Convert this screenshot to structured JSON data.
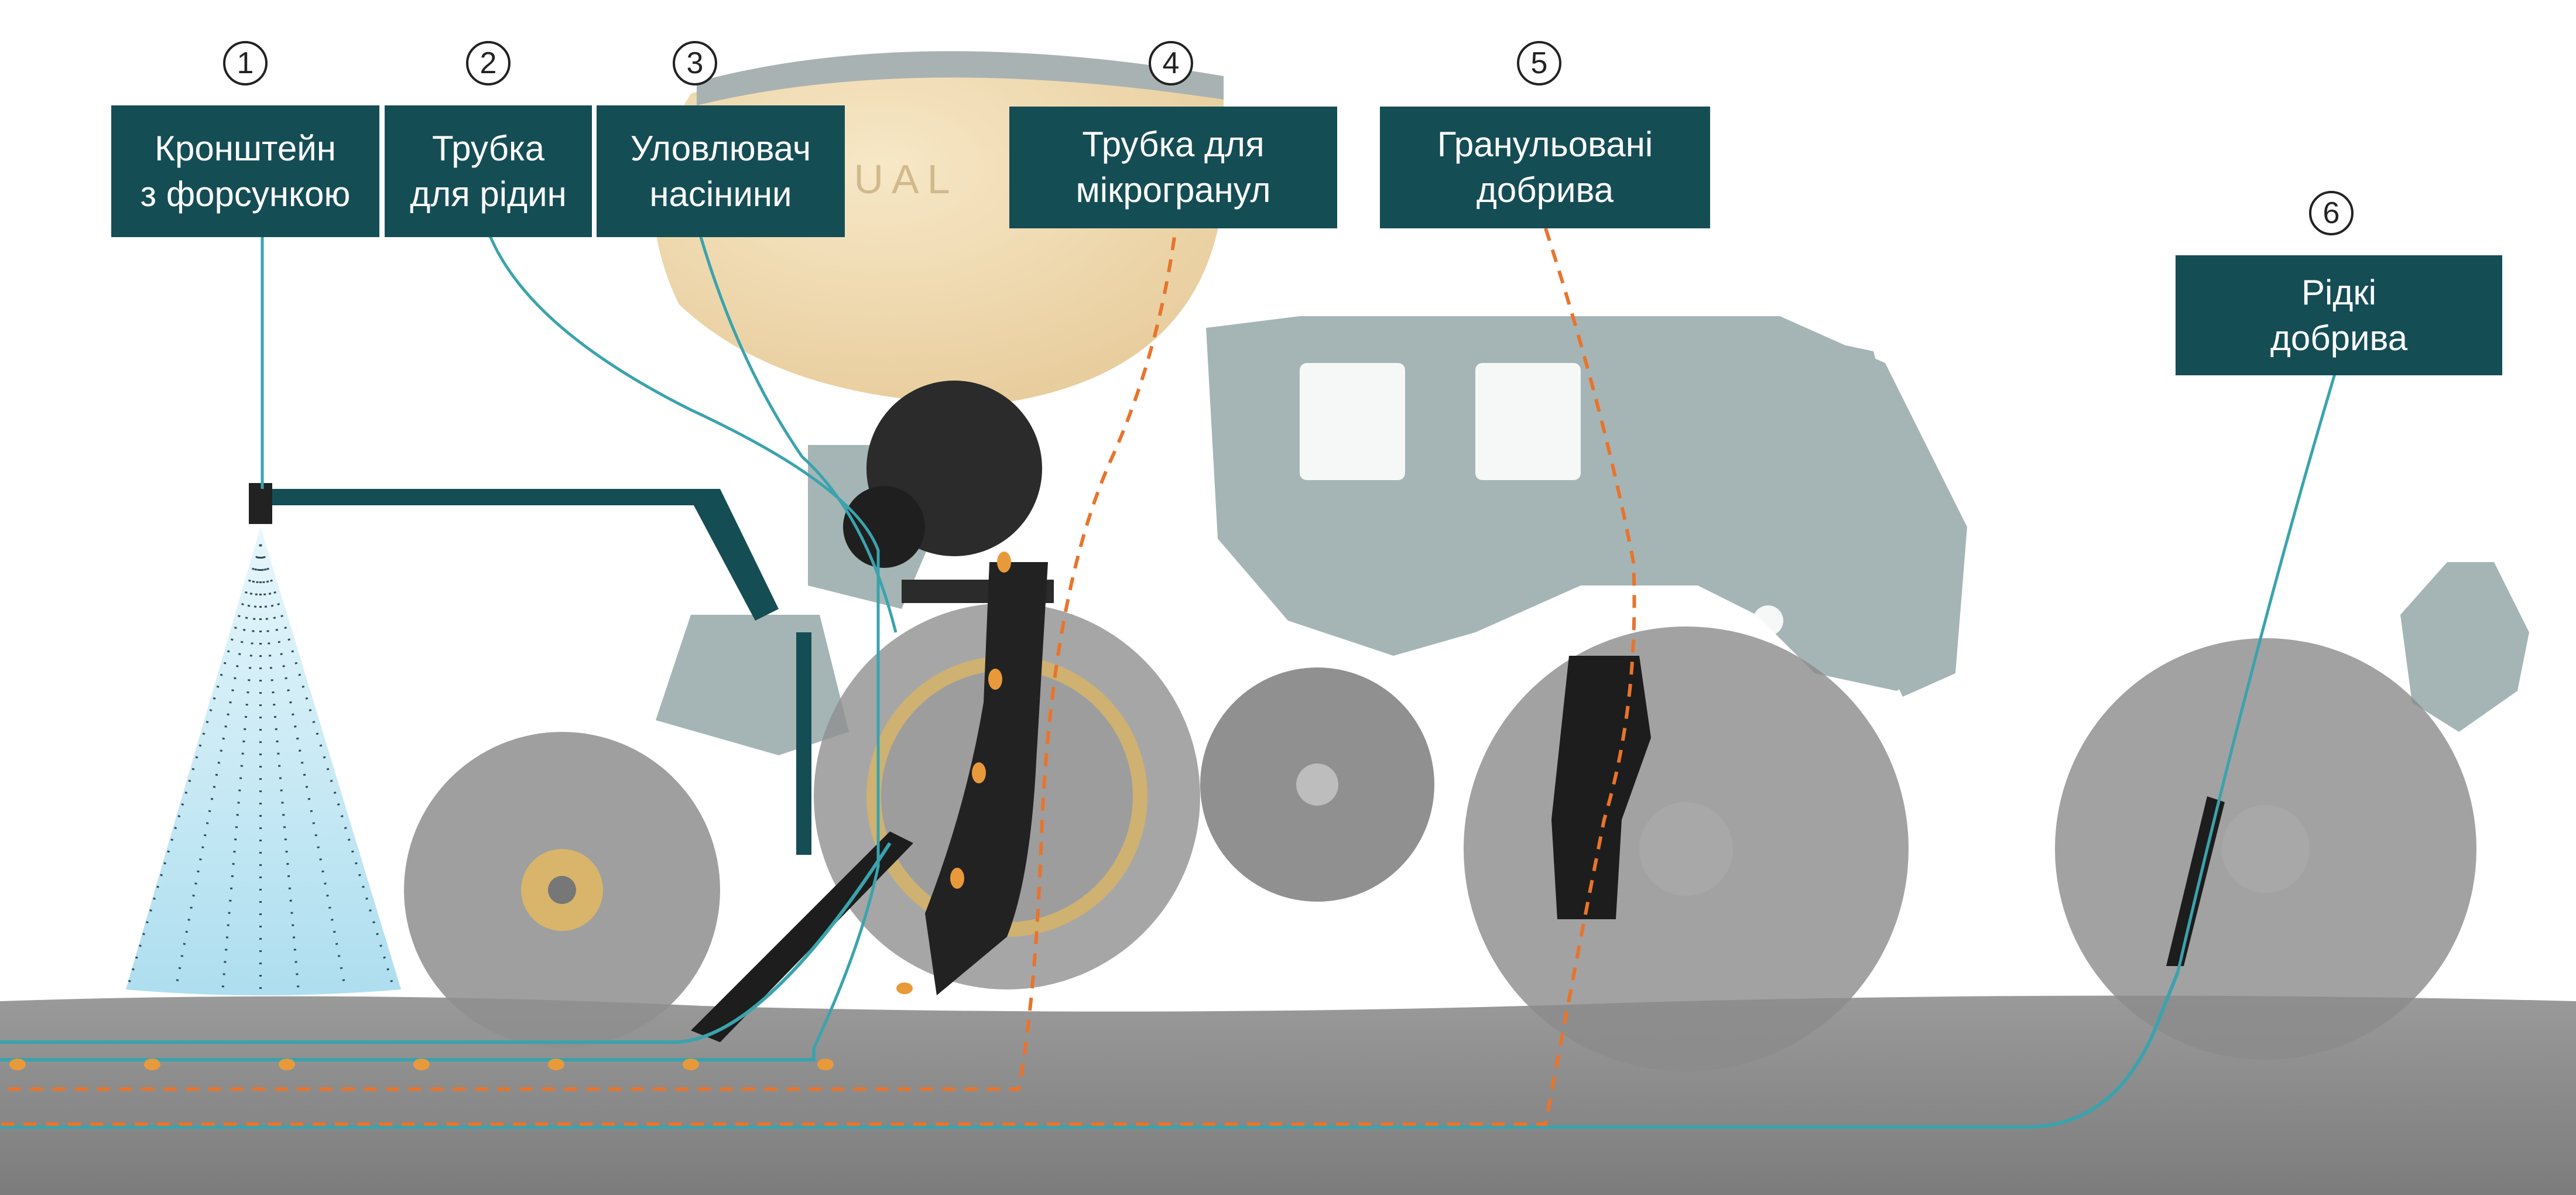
{
  "colors": {
    "label_bg": "#154d55",
    "label_text": "#ffffff",
    "liquid_line": "#3aa3ad",
    "granule_line": "#e8742c",
    "machine_frame": "#7f9597",
    "hopper": "#eed6a6",
    "soil": "#8a8a8a",
    "spray": "#bfe6f3"
  },
  "callouts": [
    {
      "number": "1",
      "label": "Кронштейн\nз форсункою"
    },
    {
      "number": "2",
      "label": "Трубка\nдля рідин"
    },
    {
      "number": "3",
      "label": "Уловлювач\nнасінини"
    },
    {
      "number": "4",
      "label": "Трубка для\nмікрогранул"
    },
    {
      "number": "5",
      "label": "Гранульовані\nдобрива"
    },
    {
      "number": "6",
      "label": "Рідкі\nдобрива"
    }
  ],
  "hopper_text": "QUAL"
}
